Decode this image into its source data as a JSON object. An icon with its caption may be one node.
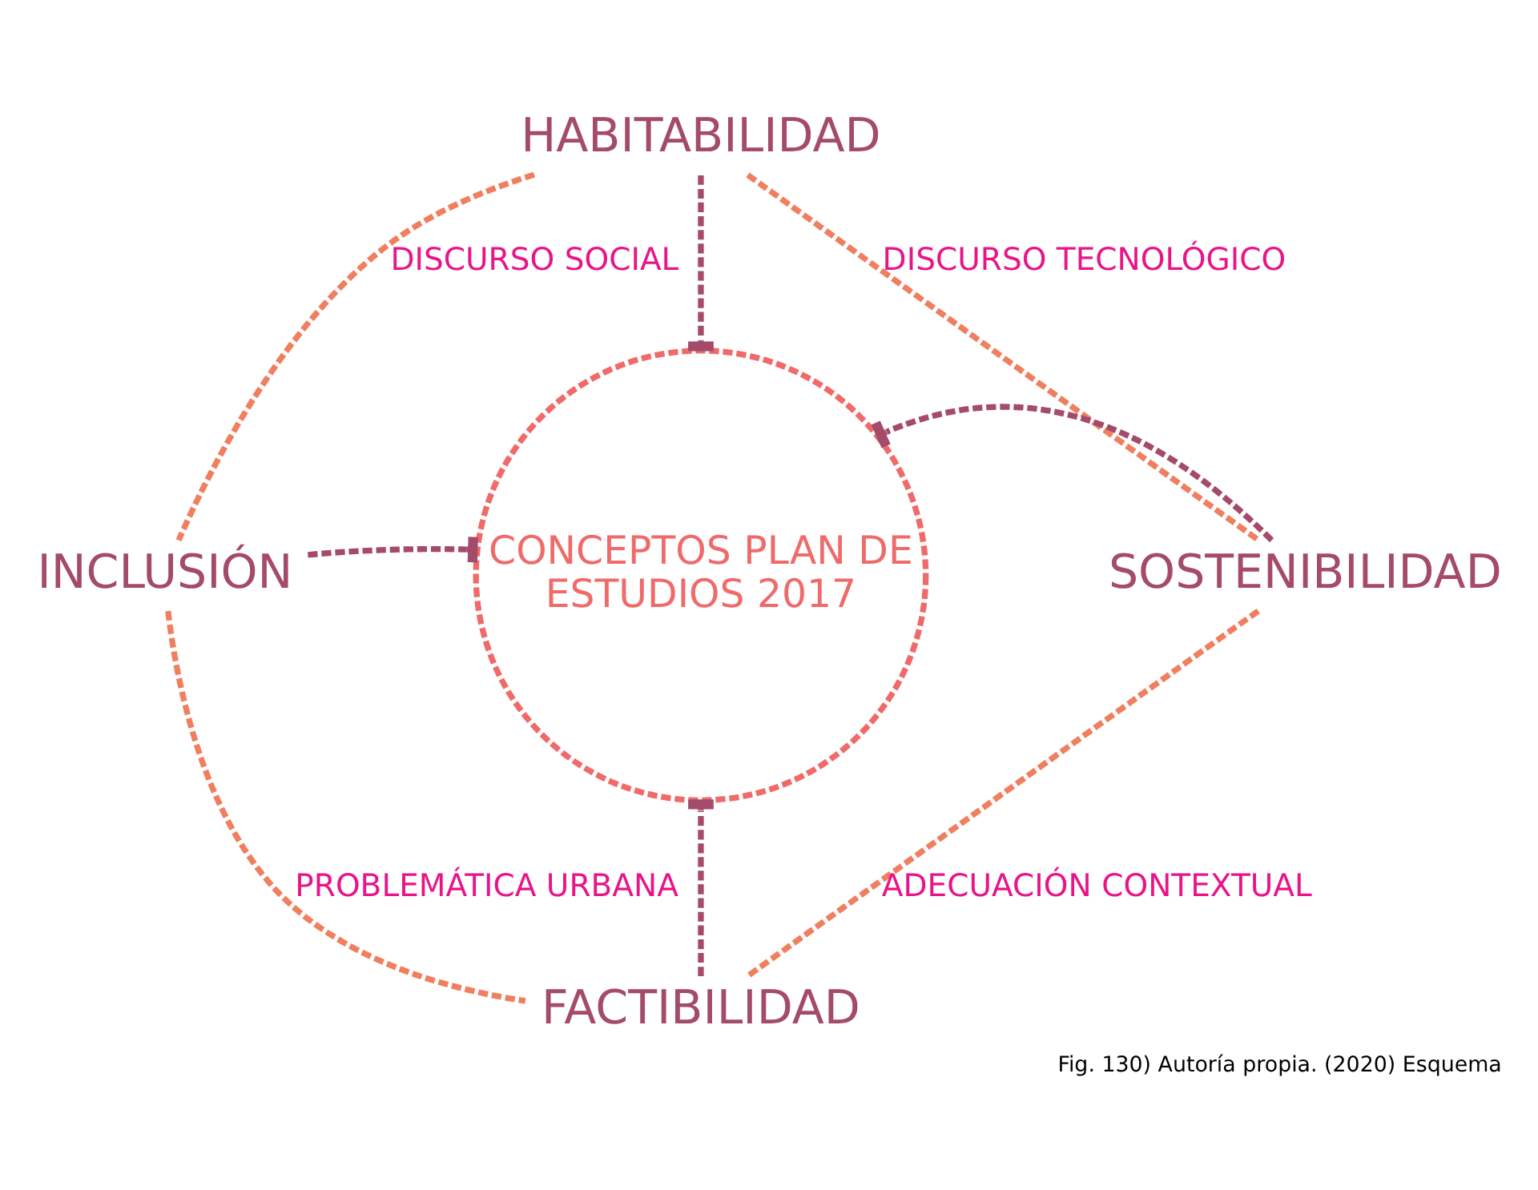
{
  "diagram": {
    "caption": "Fig. 130) Autoría propia. (2020) Esquema",
    "nodes": [
      {
        "text": [
          "CONCEPTOS PLAN DE ESTUDIOS 2017"
        ]
      },
      {
        "text": [
          "HABITABILIDAD"
        ]
      },
      {
        "text": [
          "INCLUSIÓN"
        ]
      },
      {
        "text": [
          "SOSTENIBILIDAD"
        ]
      },
      {
        "text": [
          "FACTIBILIDAD"
        ]
      }
    ],
    "edges": [
      {
        "from": 1,
        "to": 2,
        "arrow": "none",
        "label": "DISCURSO SOCIAL",
        "style": "dashed",
        "color": "#f07f5f"
      },
      {
        "from": 1,
        "to": 3,
        "arrow": "none",
        "label": "DISCURSO TECNOLÓGICO",
        "style": "dashed",
        "color": "#f07f5f"
      },
      {
        "from": 2,
        "to": 4,
        "arrow": "none",
        "label": "PROBLEMÁTICA URBANA",
        "style": "dashed",
        "color": "#f07f5f"
      },
      {
        "from": 3,
        "to": 4,
        "arrow": "none",
        "label": "ADECUACIÓN CONTEXTUAL",
        "style": "dashed",
        "color": "#f07f5f"
      },
      {
        "from": 1,
        "to": 0,
        "arrow": "other",
        "style": "dashed",
        "color": "#a44a6a"
      },
      {
        "from": 2,
        "to": 0,
        "arrow": "other",
        "style": "dashed",
        "color": "#a44a6a"
      },
      {
        "from": 3,
        "to": 0,
        "arrow": "other",
        "style": "dashed",
        "color": "#a44a6a"
      },
      {
        "from": 4,
        "to": 0,
        "arrow": "other",
        "style": "dashed",
        "color": "#a44a6a"
      }
    ]
  }
}
